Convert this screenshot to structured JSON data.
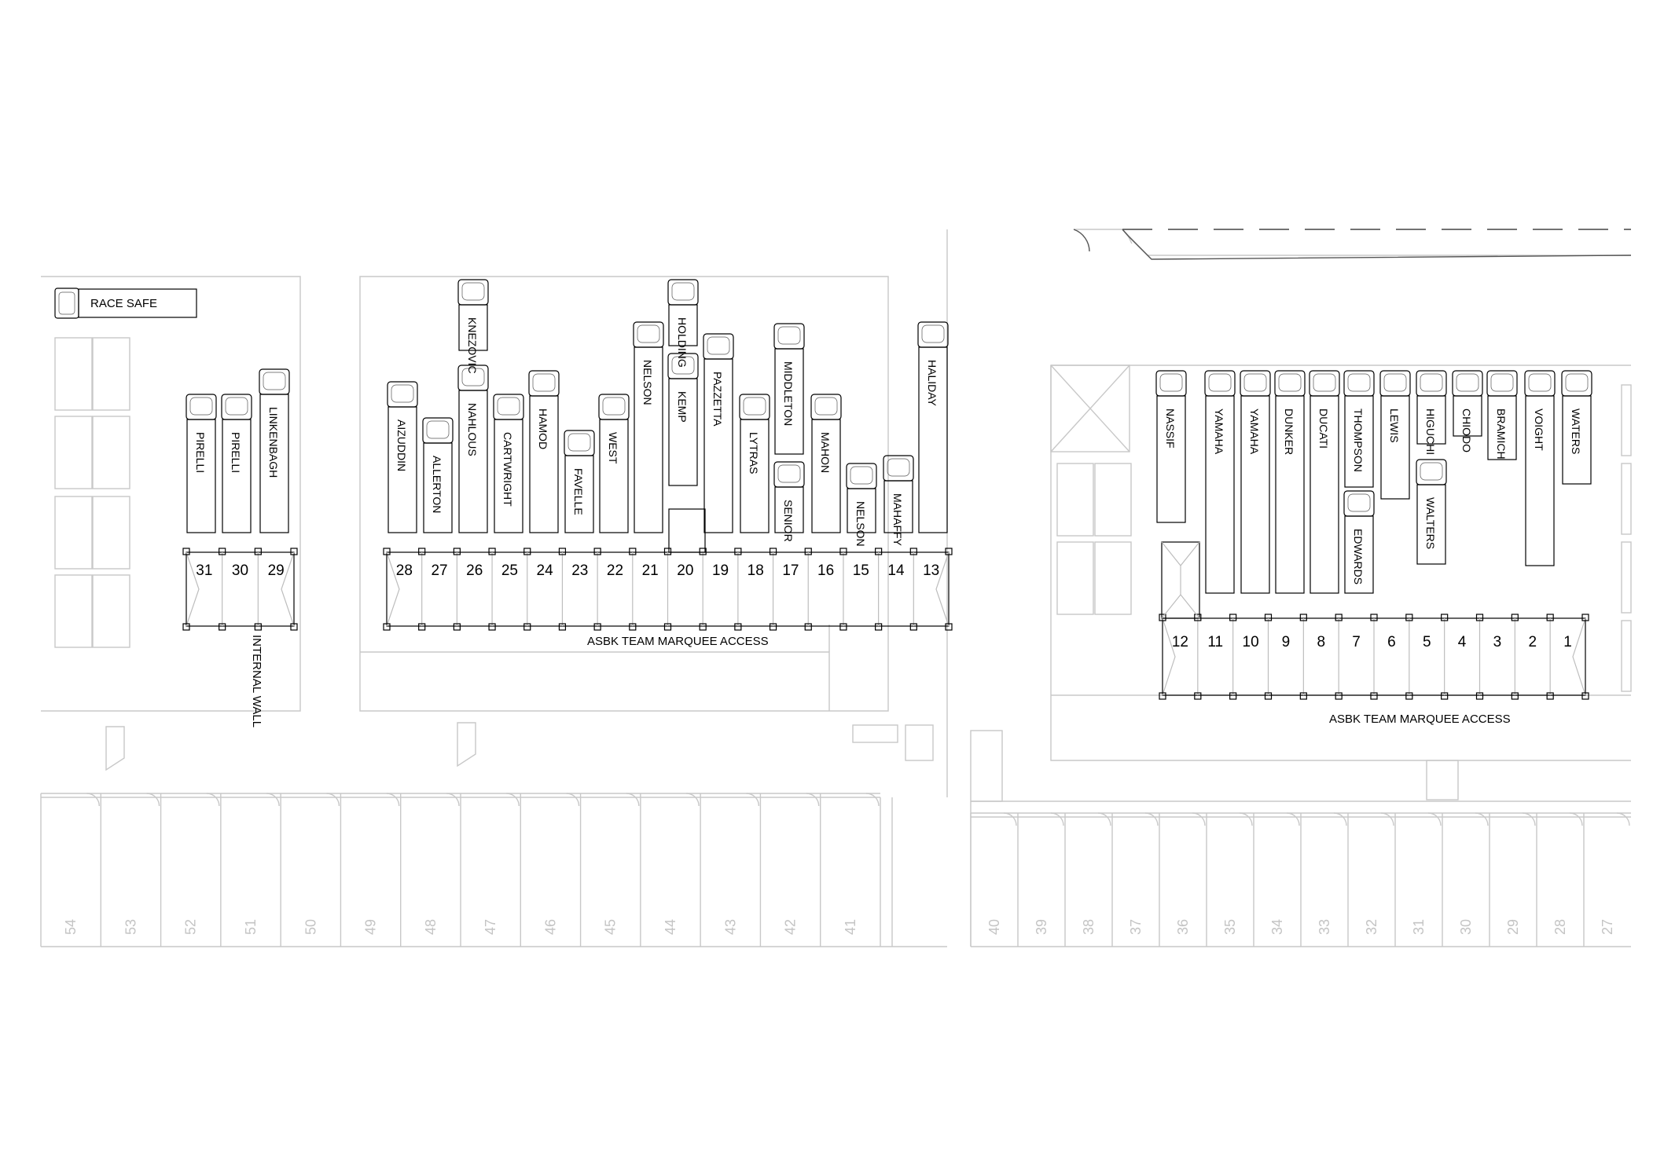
{
  "race_safe_label": "RACE SAFE",
  "internal_wall_label": "INTERNAL WALL",
  "west_block": {
    "marquee_numbers": [
      "31",
      "30",
      "29"
    ],
    "trucks": [
      "PIRELLI",
      "PIRELLI",
      "LINKENBAGH"
    ]
  },
  "centre_block": {
    "marquee_numbers": [
      "28",
      "27",
      "26",
      "25",
      "24",
      "23",
      "22",
      "21",
      "20",
      "19",
      "18",
      "17",
      "16",
      "15",
      "14",
      "13"
    ],
    "access_label": "ASBK TEAM MARQUEE ACCESS",
    "trucks": [
      "AIZUDDIN",
      "ALLERTON",
      "NAHLOUS",
      "KNEZOVIC",
      "CARTWRIGHT",
      "HAMOD",
      "FAVELLE",
      "WEST",
      "NELSON",
      "HOLDING",
      "KEMP",
      "PAZZETTA",
      "LYTRAS",
      "MIDDLETON",
      "SENIOR",
      "MAHON",
      "NELSON",
      "MAHAFFY",
      "HALIDAY"
    ]
  },
  "east_block": {
    "marquee_numbers": [
      "12",
      "11",
      "10",
      "9",
      "8",
      "7",
      "6",
      "5",
      "4",
      "3",
      "2",
      "1"
    ],
    "access_label": "ASBK TEAM MARQUEE ACCESS",
    "trucks": [
      "NASSIF",
      "YAMAHA",
      "YAMAHA",
      "DUNKER",
      "DUCATI",
      "THOMPSON",
      "EDWARDS",
      "LEWIS",
      "HIGUCHI",
      "WALTERS",
      "CHIODO",
      "BRAMICH",
      "VOIGHT",
      "WATERS"
    ]
  },
  "garages_west": [
    "54",
    "53",
    "52",
    "51",
    "50",
    "49",
    "48",
    "47",
    "46",
    "45",
    "44",
    "43",
    "42",
    "41"
  ],
  "garages_east": [
    "40",
    "39",
    "38",
    "37",
    "36",
    "35",
    "34",
    "33",
    "32",
    "31",
    "30",
    "29",
    "28",
    "27"
  ],
  "colors": {
    "line": "#c8c8c8",
    "ink": "#000000",
    "garage_number": "#c4c4c4"
  }
}
